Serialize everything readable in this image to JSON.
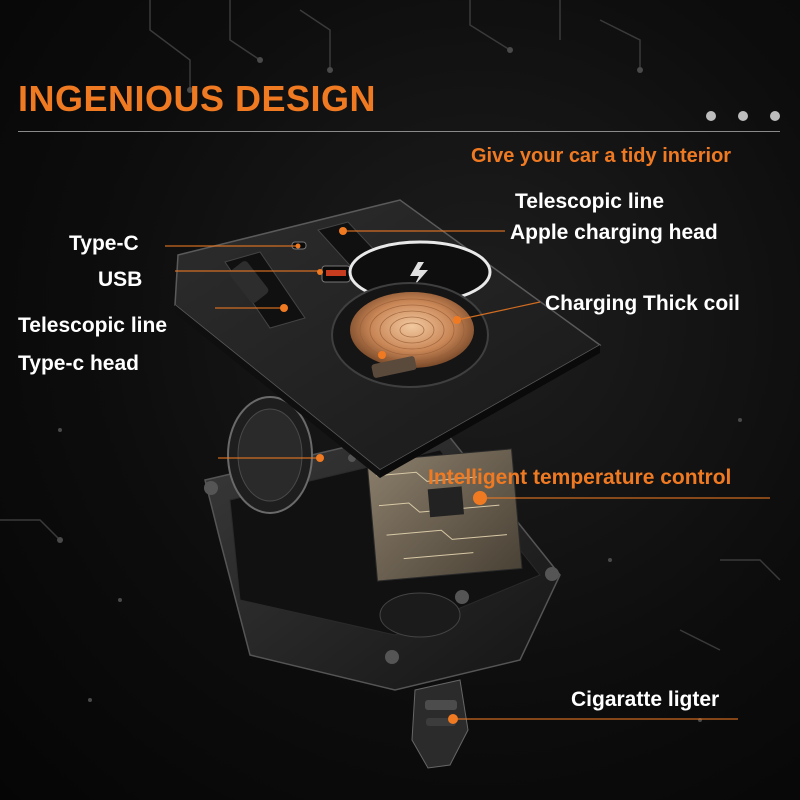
{
  "header": {
    "title": "INGENIOUS DESIGN",
    "tagline": "Give your car a tidy interior"
  },
  "labels": {
    "type_c": "Type-C",
    "usb": "USB",
    "telescopic_left": "Telescopic line",
    "type_c_head": "Type-c head",
    "telescopic_right": "Telescopic line",
    "apple_head": "Apple charging head",
    "coil": "Charging Thick coil",
    "temp_control": "Intelligent temperature control",
    "cigarette": "Cigaratte ligter"
  },
  "icons": [
    "lightning-icon",
    "page-indicator-dots"
  ],
  "colors": {
    "accent": "#f07a22",
    "text": "#ffffff",
    "background": "#0d0d0d"
  }
}
